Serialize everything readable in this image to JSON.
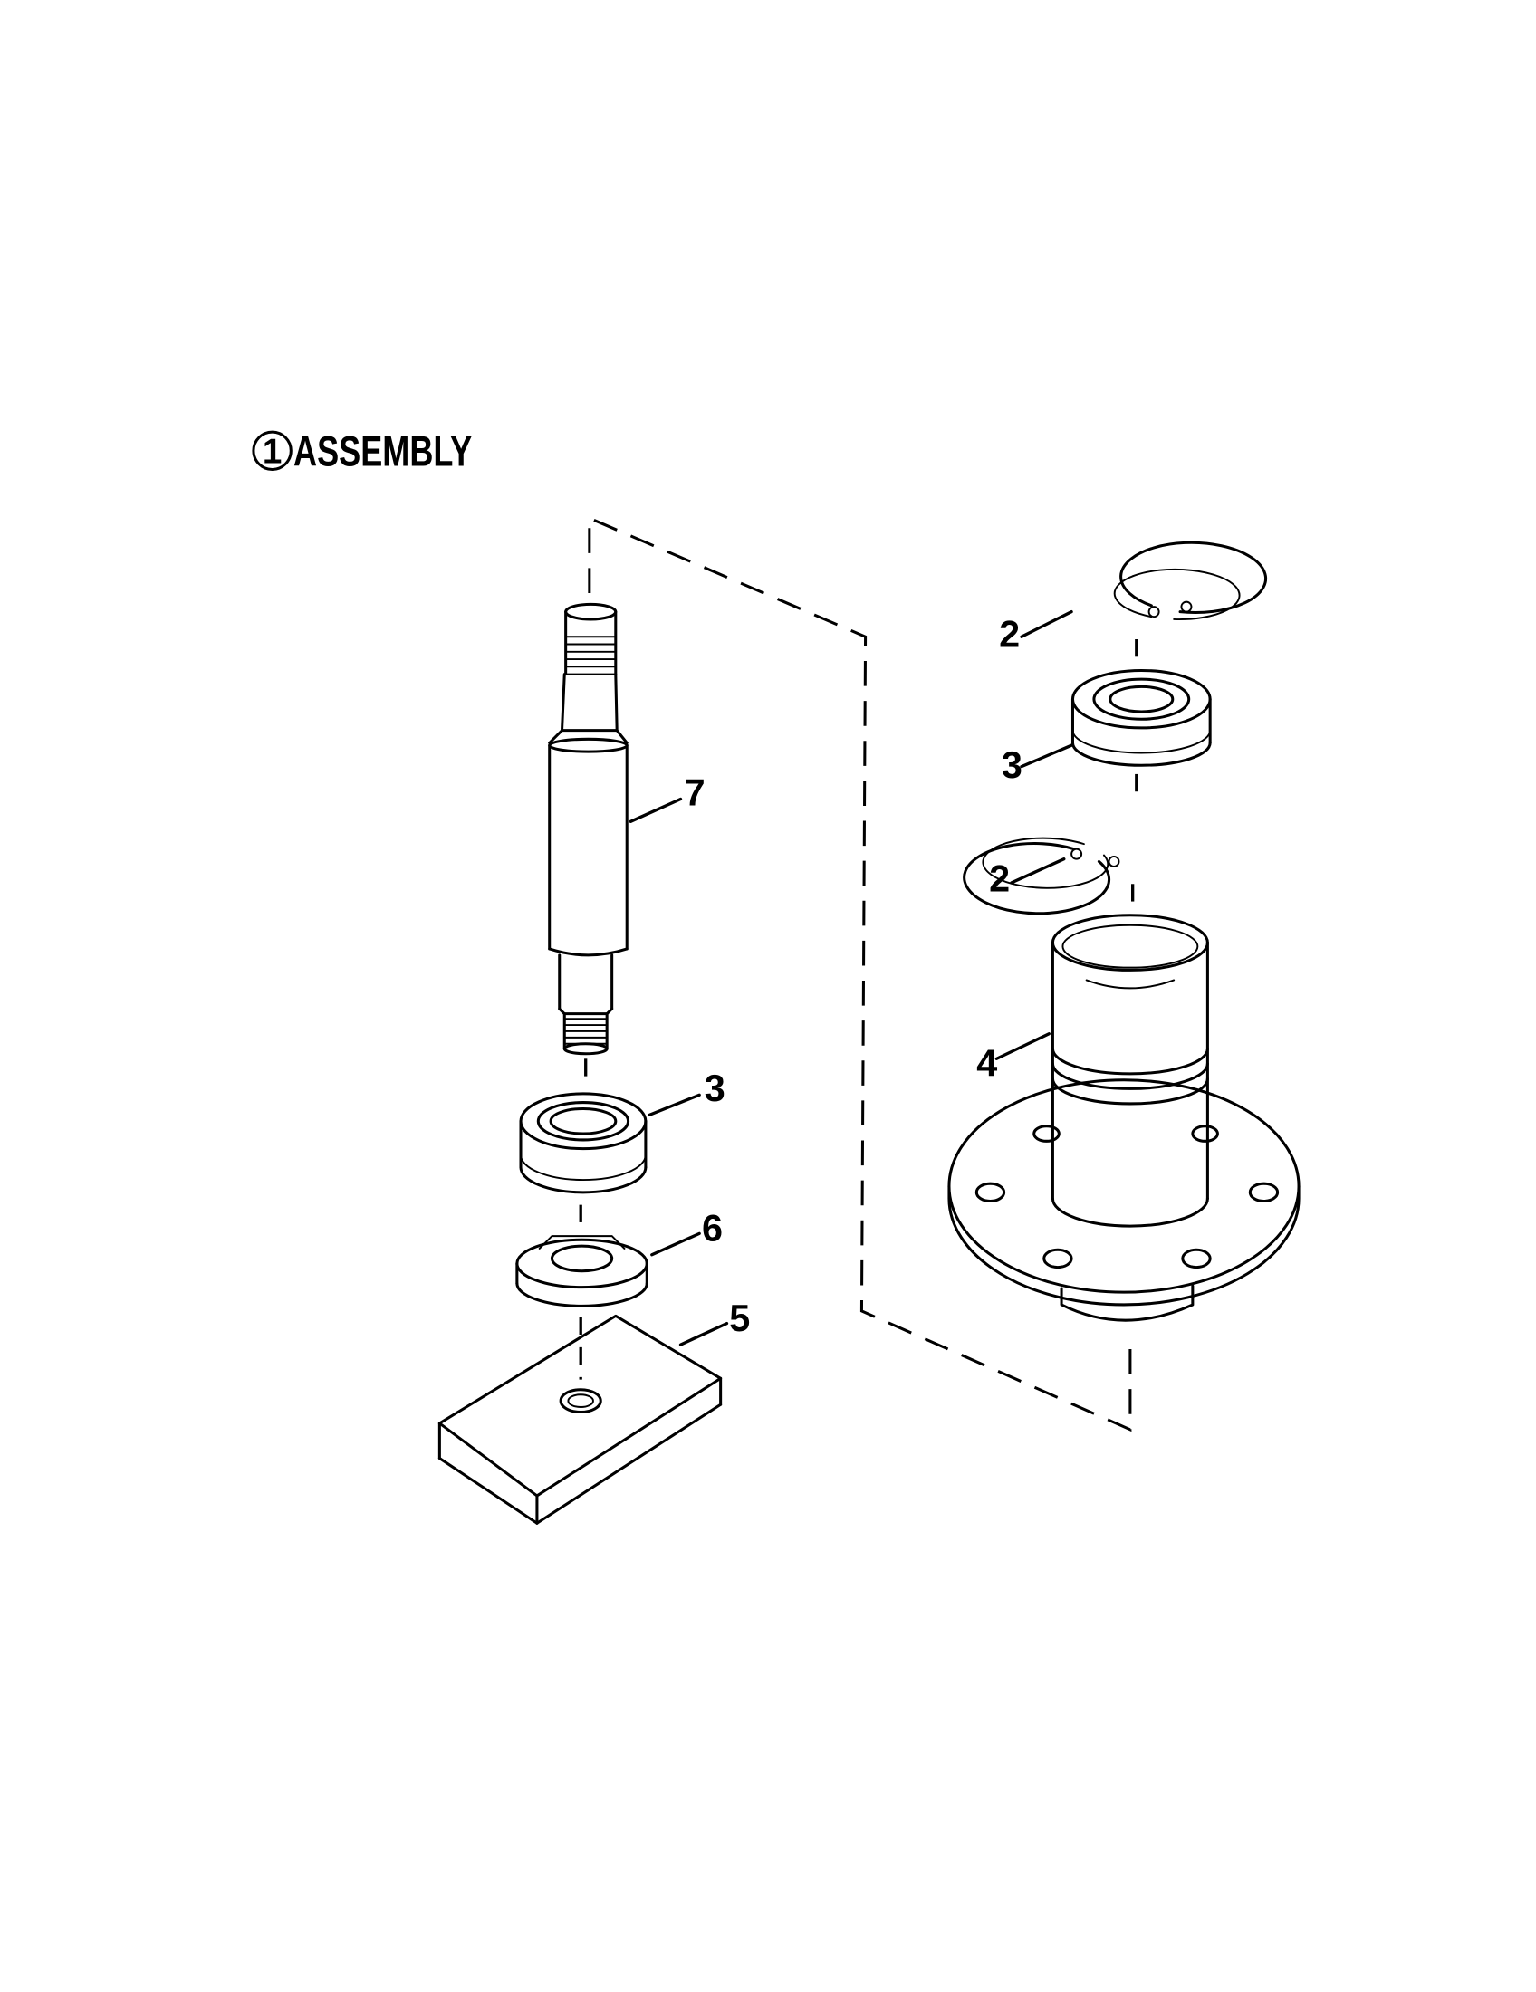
{
  "title": {
    "number": "1",
    "text": "ASSEMBLY"
  },
  "callouts": {
    "shaft": "7",
    "lower_bearing": "3",
    "bushing": "6",
    "block": "5",
    "upper_ring": "2",
    "upper_bearing": "3",
    "lower_ring": "2",
    "housing": "4"
  }
}
